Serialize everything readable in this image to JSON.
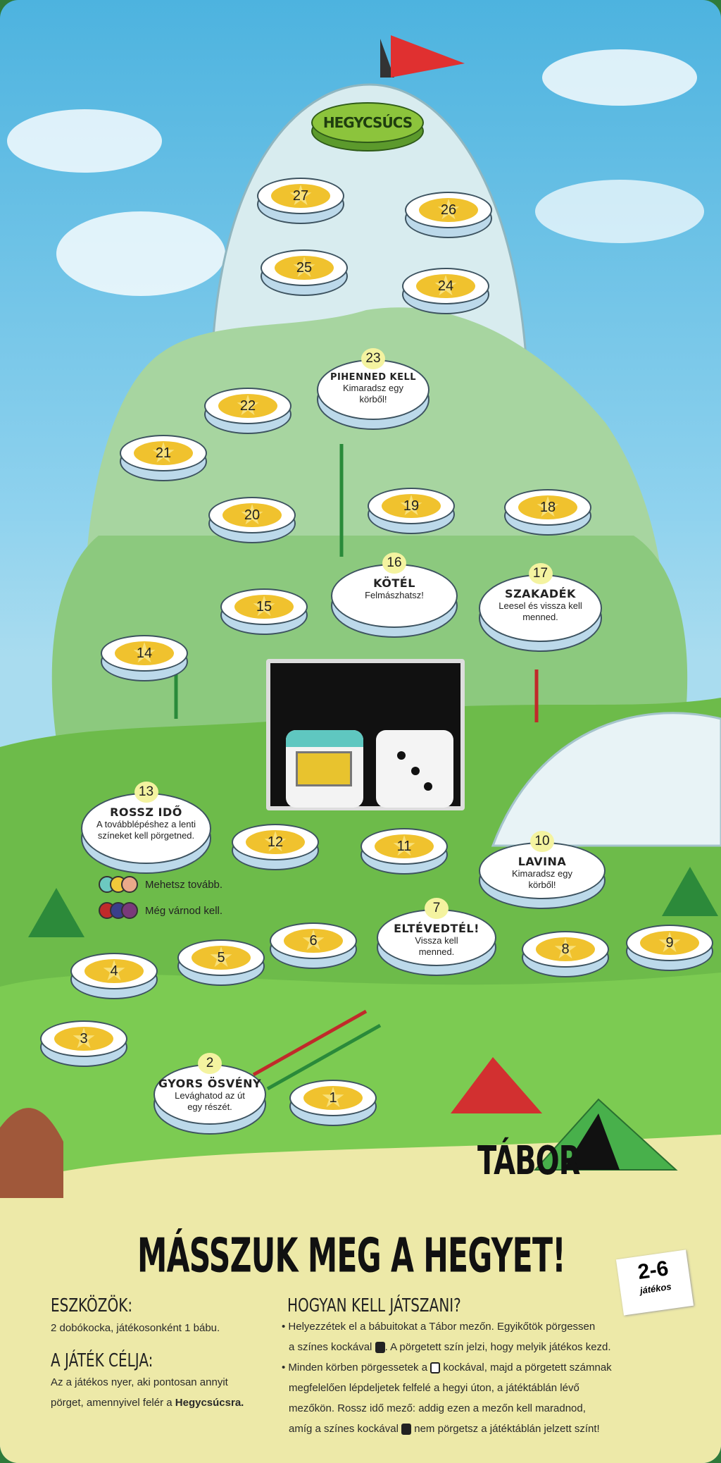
{
  "game_title": "MÁSSZUK MEG A HEGYET!",
  "players_badge": {
    "count": "2-6",
    "label": "játékos"
  },
  "summit_label": "HEGYCSÚCS",
  "camp_label": "TÁBOR",
  "squares": [
    "1",
    "3",
    "4",
    "5",
    "6",
    "8",
    "9",
    "11",
    "12",
    "14",
    "15",
    "18",
    "19",
    "20",
    "21",
    "22",
    "24",
    "25",
    "26",
    "27"
  ],
  "special_squares": {
    "s2": {
      "number": "2",
      "title": "GYORS ÖSVÉNY",
      "desc": "Levághatod az út egy részét."
    },
    "s7": {
      "number": "7",
      "title": "ELTÉVEDTÉL!",
      "desc": "Vissza kell menned."
    },
    "s10": {
      "number": "10",
      "title": "LAVINA",
      "desc": "Kimaradsz egy körből!"
    },
    "s13": {
      "number": "13",
      "title": "ROSSZ IDŐ",
      "desc": "A továbblépéshez a lenti színeket kell pörgetned."
    },
    "s16": {
      "number": "16",
      "title": "KÖTÉL",
      "desc": "Felmászhatsz!"
    },
    "s17": {
      "number": "17",
      "title": "SZAKADÉK",
      "desc": "Leesel és vissza kell menned."
    },
    "s23": {
      "number": "23",
      "title": "PIHENNED KELL",
      "desc": "Kimaradsz egy körből!"
    }
  },
  "weather_legend": {
    "go": "Mehetsz tovább.",
    "wait": "Még várnod kell."
  },
  "colors": {
    "go": [
      "#6cc9c0",
      "#f0c93a",
      "#eaa98a"
    ],
    "wait": [
      "#c02a2a",
      "#3a3f8a",
      "#7a3a7a"
    ]
  },
  "rules": {
    "equipment_heading": "ESZKÖZÖK:",
    "equipment_text": "2 dobókocka, játékosonként 1 bábu.",
    "goal_heading": "A JÁTÉK CÉLJA:",
    "goal_text": "Az a játékos nyer, aki pontosan annyit pörget, amennyivel felér a",
    "goal_bold": "Hegycsúcsra.",
    "howto_heading": "HOGYAN KELL JÁTSZANI?",
    "b1a": "Helyezzétek el a bábuitokat a Tábor mezőn. Egyikőtök pörgessen",
    "b1b": "a színes kockával",
    "b1c": ". A pörgetett szín jelzi, hogy melyik játékos kezd.",
    "b2a": "Minden körben pörgessetek a",
    "b2b": "kockával, majd a pörgetett számnak",
    "b2c": "megfelelően lépdeljetek felfelé a hegyi úton, a játéktáblán lévő",
    "b2d": "mezőkön. Rossz idő mező: addig ezen a mezőn kell maradnod,",
    "b2e": "amíg a színes kockával",
    "b2f": "nem pörgetsz a játéktáblán jelzett színt!"
  }
}
